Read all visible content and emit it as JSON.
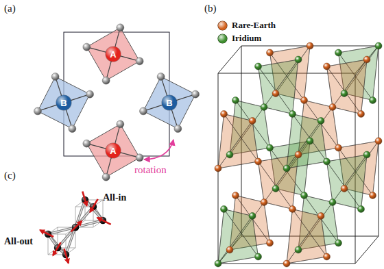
{
  "diagram": {
    "nodes": [
      {
        "text": [
          "A"
        ]
      },
      {
        "text": [
          "B"
        ]
      },
      {
        "text": [
          "B"
        ]
      },
      {
        "text": [
          "A"
        ]
      }
    ],
    "labels": [
      "(a)",
      "(b)",
      "(c)",
      "rotation",
      "All-out",
      "All-in"
    ],
    "legend": [
      {
        "text": "Rare-Earth",
        "color": "#d4621e"
      },
      {
        "text": "Iridium",
        "color": "#3f8f2f"
      }
    ]
  }
}
